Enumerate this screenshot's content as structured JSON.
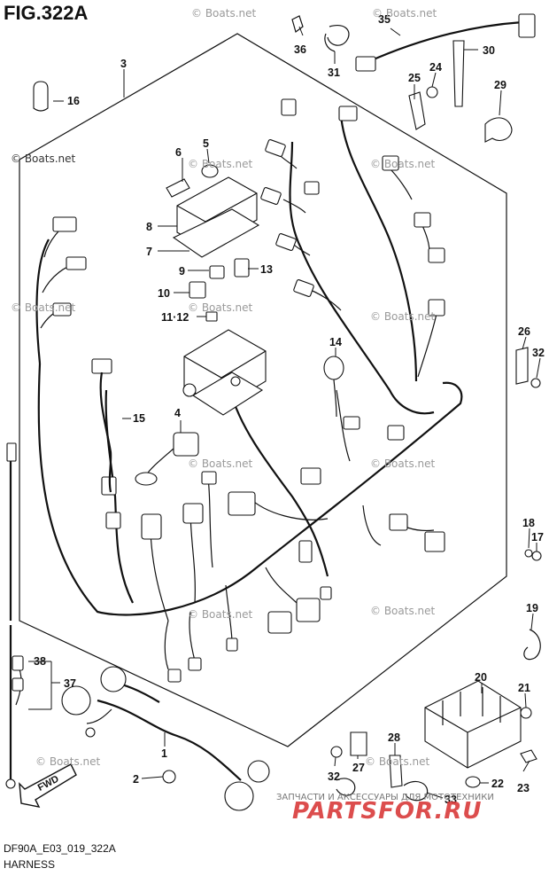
{
  "figure": {
    "title": "FIG.322A",
    "code": "DF90A_E03_019_322A",
    "name": "HARNESS"
  },
  "watermark": "© Boats.net",
  "shop": {
    "name": "PARTSFOR.RU",
    "subtitle": "ЗАПЧАСТИ И АКСЕССУАРЫ ДЛЯ МОТОТЕХНИКИ"
  },
  "fwd_label": "FWD",
  "callouts": {
    "c1": "1",
    "c2": "2",
    "c3": "3",
    "c4": "4",
    "c5": "5",
    "c6": "6",
    "c7": "7",
    "c8": "8",
    "c9": "9",
    "c10": "10",
    "c11_12": "11·12",
    "c13": "13",
    "c14": "14",
    "c15": "15",
    "c16": "16",
    "c17": "17",
    "c18": "18",
    "c19": "19",
    "c20": "20",
    "c21": "21",
    "c22": "22",
    "c23": "23",
    "c24": "24",
    "c25": "25",
    "c26": "26",
    "c27": "27",
    "c28": "28",
    "c29": "29",
    "c30": "30",
    "c31": "31",
    "c32a": "32",
    "c32b": "32",
    "c33": "33",
    "c35": "35",
    "c36": "36",
    "c37": "37",
    "c38": "38"
  },
  "colors": {
    "line": "#111111",
    "watermark": "#9a9a9a",
    "shop": "#d93a3a"
  }
}
